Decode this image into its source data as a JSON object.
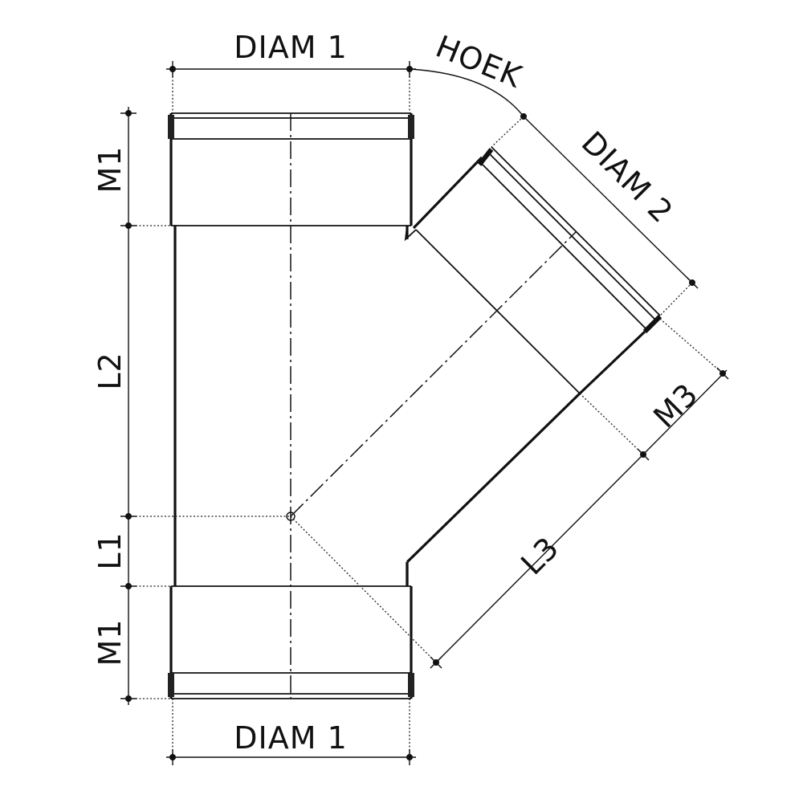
{
  "drawing": {
    "title": "45 degree Y-branch pipe fitting dimension diagram",
    "colors": {
      "line": "#111111",
      "background": "#ffffff"
    },
    "labels": {
      "diam1_top": "DIAM 1",
      "diam1_bottom": "DIAM 1",
      "hoek": "HOEK",
      "diam2": "DIAM 2",
      "m1_top": "M1",
      "l2": "L2",
      "l1": "L1",
      "m1_bottom": "M1",
      "m3": "M3",
      "l3": "L3"
    }
  }
}
